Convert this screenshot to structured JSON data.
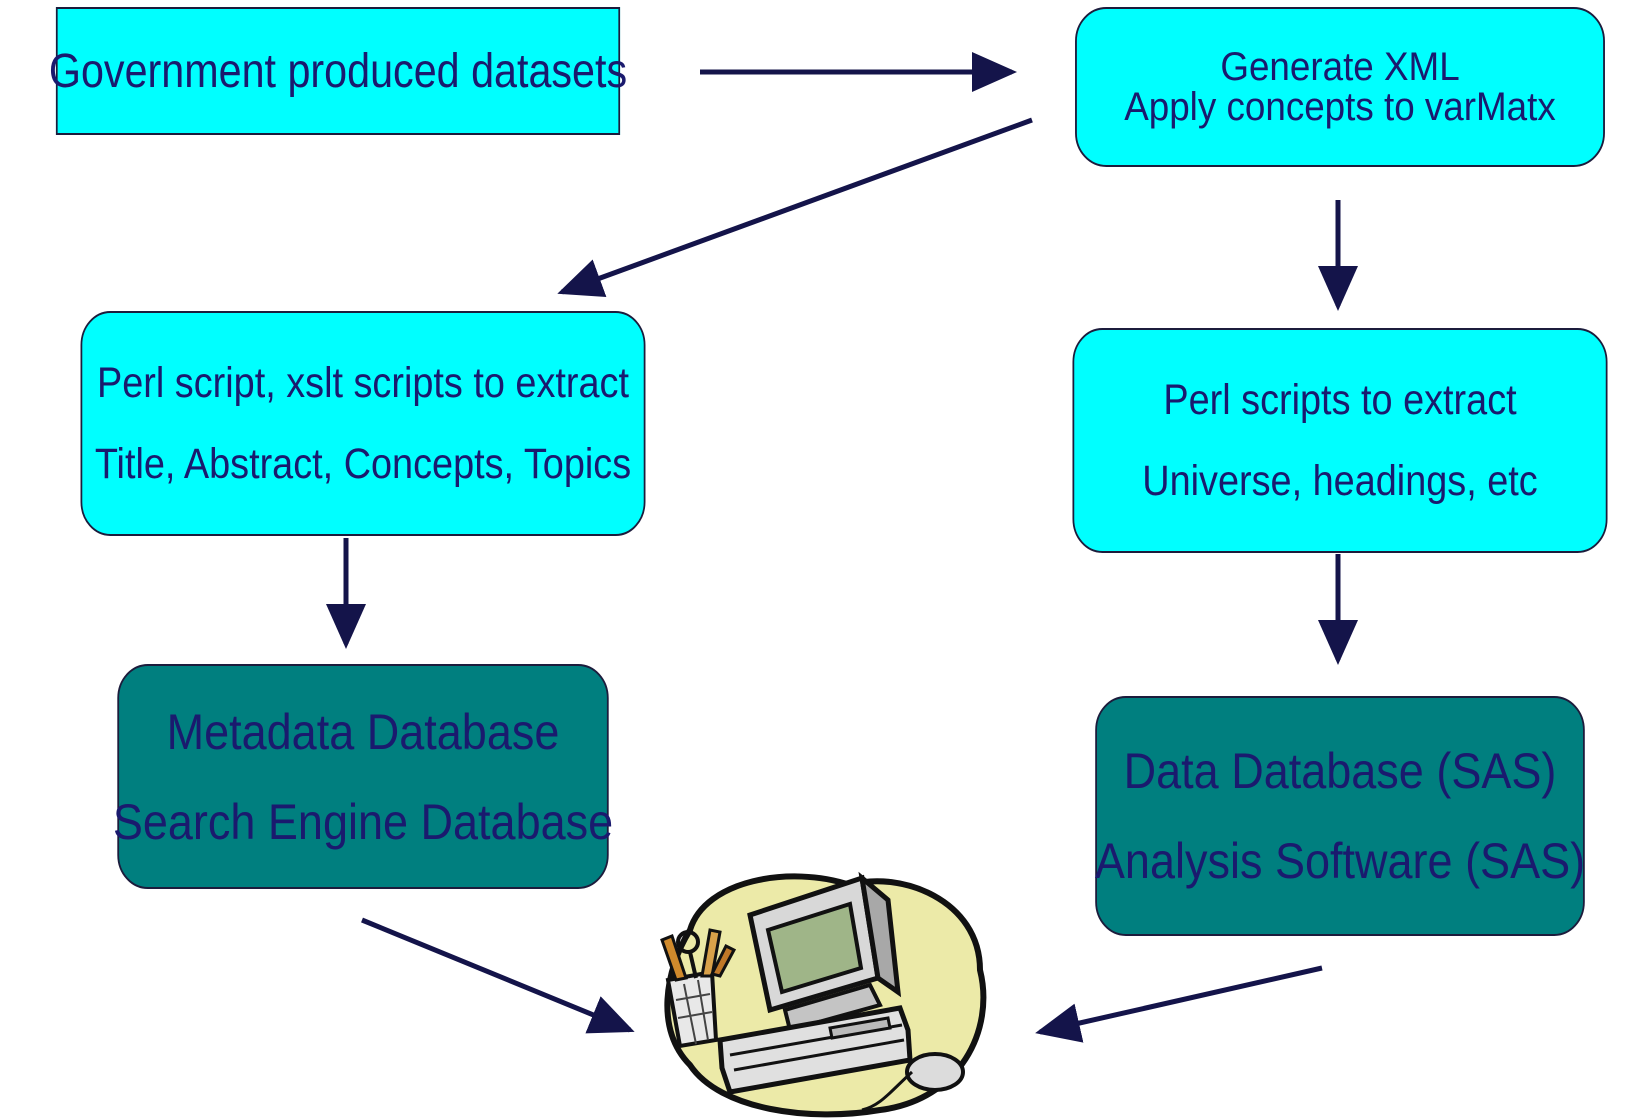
{
  "boxes": {
    "datasets": {
      "line1": "Government produced datasets"
    },
    "xml": {
      "line1": "Generate XML",
      "line2": "Apply concepts to varMatx"
    },
    "perl_left": {
      "line1": "Perl script, xslt scripts to extract",
      "line2": "Title, Abstract, Concepts, Topics"
    },
    "perl_right": {
      "line1": "Perl scripts to extract",
      "line2": "Universe, headings, etc"
    },
    "metadata_db": {
      "line1": "Metadata Database",
      "line2": "Search Engine Database"
    },
    "data_db": {
      "line1": "Data Database (SAS)",
      "line2": "Analysis Software (SAS)"
    }
  },
  "icons": {
    "endpoint": "computer-workstation-icon"
  },
  "colors": {
    "process_box": "#00ffff",
    "database_box": "#007f7f",
    "text": "#1a1a6e",
    "arrow": "#14144a"
  }
}
